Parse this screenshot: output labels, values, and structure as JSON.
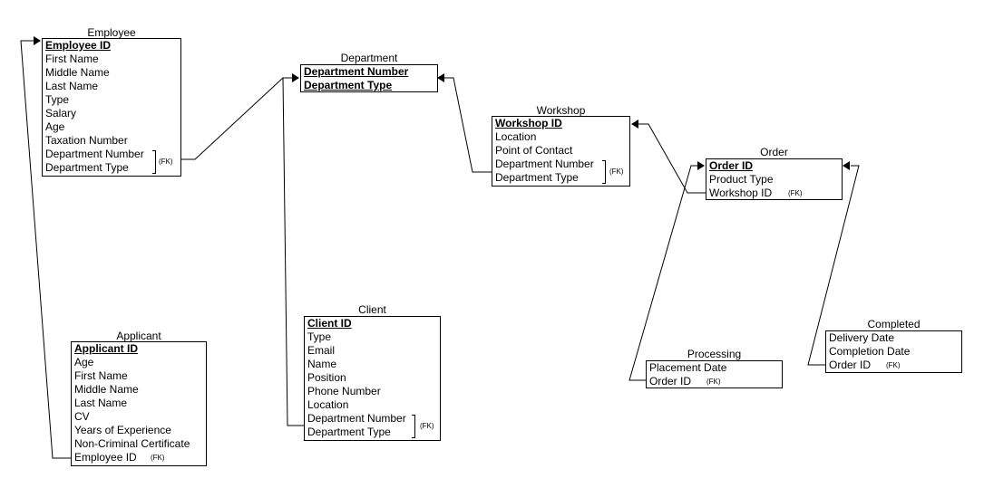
{
  "entities": {
    "employee": {
      "title": "Employee",
      "pk": "Employee ID",
      "attributes": [
        "First Name",
        "Middle Name",
        "Last Name",
        "Type",
        "Salary",
        "Age",
        "Taxation Number",
        "Department Number",
        "Department Type"
      ],
      "fk_label": "(FK)"
    },
    "department": {
      "title": "Department",
      "pk": [
        "Department Number",
        "Department Type"
      ]
    },
    "workshop": {
      "title": "Workshop",
      "pk": "Workshop ID",
      "attributes": [
        "Location",
        "Point of Contact",
        "Department Number",
        "Department Type"
      ],
      "fk_label": "(FK)"
    },
    "order": {
      "title": "Order",
      "pk": "Order ID",
      "attributes": [
        "Product Type",
        "Workshop ID"
      ],
      "fk_label": "(FK)"
    },
    "applicant": {
      "title": "Applicant",
      "pk": "Applicant ID",
      "attributes": [
        "Age",
        "First Name",
        "Middle Name",
        "Last Name",
        "CV",
        "Years of Experience",
        "Non-Criminal Certificate",
        "Employee ID"
      ],
      "fk_label": "(FK)"
    },
    "client": {
      "title": "Client",
      "pk": "Client ID",
      "attributes": [
        "Type",
        "Email",
        "Name",
        "Position",
        "Phone Number",
        "Location",
        "Department Number",
        "Department Type"
      ],
      "fk_label": "(FK)"
    },
    "processing": {
      "title": "Processing",
      "attributes": [
        "Placement Date",
        "Order ID"
      ],
      "fk_label": "(FK)"
    },
    "completed": {
      "title": "Completed",
      "attributes": [
        "Delivery Date",
        "Completion Date",
        "Order ID"
      ],
      "fk_label": "(FK)"
    }
  },
  "relationships": [
    {
      "from": "Employee",
      "to": "Department"
    },
    {
      "from": "Workshop",
      "to": "Department"
    },
    {
      "from": "Client",
      "to": "Department"
    },
    {
      "from": "Applicant",
      "to": "Employee"
    },
    {
      "from": "Order",
      "to": "Workshop"
    },
    {
      "from": "Processing",
      "to": "Order"
    },
    {
      "from": "Completed",
      "to": "Order"
    }
  ]
}
